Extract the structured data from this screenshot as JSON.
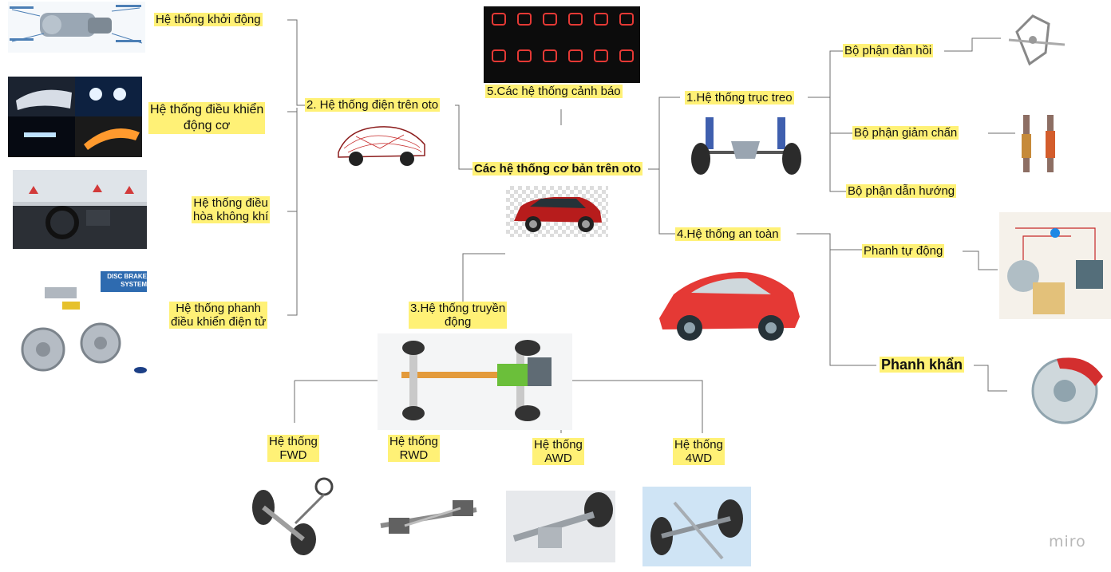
{
  "diagram": {
    "center": "Các hệ thống cơ bản trên oto",
    "electrical": {
      "title": "2. Hệ thống điện trên oto",
      "items": [
        "Hệ thống khởi động",
        "Hệ thống điều khiển\nđộng cơ",
        "Hệ thống điều\nhòa không khí",
        "Hệ thống phanh\nđiều khiển điện tử"
      ]
    },
    "warning": {
      "title": "5.Các hệ thống cảnh báo"
    },
    "suspension": {
      "title": "1.Hệ thống trục treo",
      "items": [
        "Bộ phận đàn hồi",
        "Bộ phận giảm chấn",
        "Bộ phận dẫn hướng"
      ]
    },
    "safety": {
      "title": "4.Hệ thống an toàn",
      "items": [
        "Phanh tự động",
        "Phanh khẩn"
      ]
    },
    "drivetrain": {
      "title": "3.Hệ thống truyền\nđộng",
      "items": [
        "Hệ thống\nFWD",
        "Hệ thống\nRWD",
        "Hệ thống\nAWD",
        "Hệ thống\n4WD"
      ]
    }
  },
  "images": {
    "disc_brake_title": "DISC BRAKE\nSYSTEM"
  },
  "watermark": "miro",
  "colors": {
    "label_bg": "#fff176",
    "line": "#6e6e6e",
    "warning_icon": "#e53935",
    "car_red": "#c62828"
  }
}
